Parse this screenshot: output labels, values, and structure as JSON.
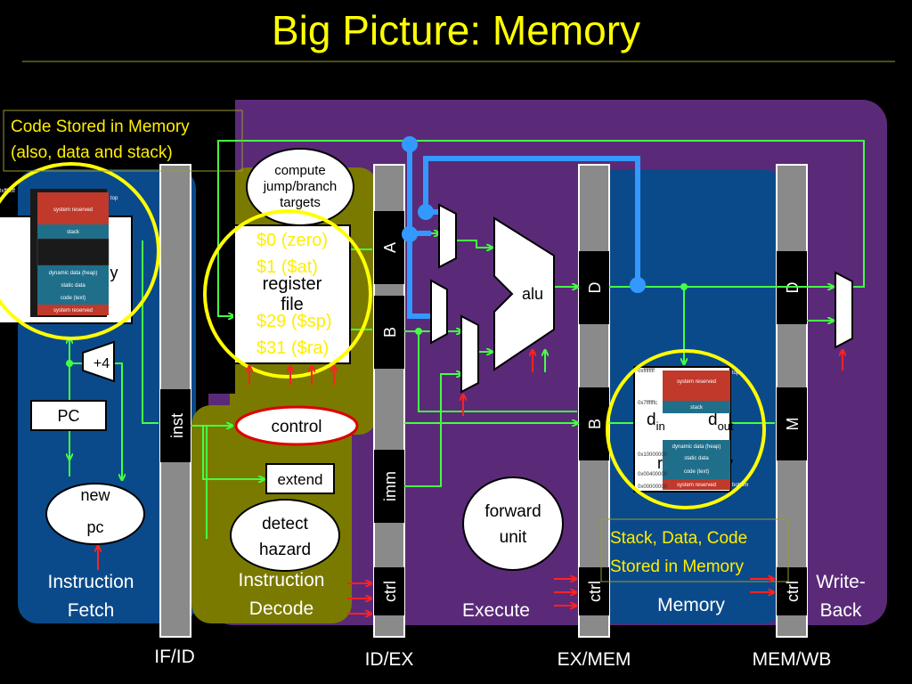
{
  "title": "Big Picture: Memory",
  "colors": {
    "title": "#ffff00",
    "rule": "#9a9a30",
    "fetch_stage": "#0b4a8a",
    "decode_stage": "#7a7a00",
    "execute_stage": "#5a2a78",
    "memory_stage": "#0b4a8a",
    "wire": "#44ff44",
    "bus": "#3399ff",
    "signal": "#ff2222",
    "callout": "#ffff00",
    "pipe_reg": "#8a8a8a",
    "callout_text": "#ffee00"
  },
  "callouts": {
    "code_stored_line1": "Code Stored in Memory",
    "code_stored_line2": "(also, data and stack)",
    "stack_data_line1": "Stack, Data, Code",
    "stack_data_line2": "Stored in Memory"
  },
  "stages": {
    "fetch_line1": "Instruction",
    "fetch_line2": "Fetch",
    "decode_line1": "Instruction",
    "decode_line2": "Decode",
    "execute": "Execute",
    "memory": "Memory",
    "writeback_line1": "Write-",
    "writeback_line2": "Back"
  },
  "pipeline_registers": {
    "if_id": "IF/ID",
    "id_ex": "ID/EX",
    "ex_mem": "EX/MEM",
    "mem_wb": "MEM/WB"
  },
  "register_labels": {
    "inst": "inst",
    "a": "A",
    "b": "B",
    "imm": "imm",
    "ctrl": "ctrl",
    "d": "D",
    "m": "M"
  },
  "components": {
    "pc": "PC",
    "plus4": "+4",
    "new_pc_line1": "new",
    "new_pc_line2": "pc",
    "compute_line1": "compute",
    "compute_line2": "jump/branch",
    "compute_line3": "targets",
    "register_file_line1": "register",
    "register_file_line2": "file",
    "control": "control",
    "extend": "extend",
    "detect_line1": "detect",
    "detect_line2": "hazard",
    "alu": "alu",
    "forward_line1": "forward",
    "forward_line2": "unit",
    "d_in": "d",
    "d_in_sub": "in",
    "d_out": "d",
    "d_out_sub": "out",
    "memory_partial_left": "y",
    "memory_partial_right": "y",
    "memory_partial_mid": "r"
  },
  "registers": {
    "zero": "$0 (zero)",
    "at": "$1 ($at)",
    "sp": "$29 ($sp)",
    "ra": "$31 ($ra)"
  },
  "memory_map": {
    "system_reserved_top": "system reserved",
    "stack": "stack",
    "dynamic_data": "dynamic data (heap)",
    "static_data": "static data",
    "code_text": "code (text)",
    "system_reserved_bottom": "system reserved",
    "addr_top": "0xffffffff",
    "addr_stack": "0x7ffffffc",
    "addr_data": "0x10000000",
    "addr_code": "0x00400000",
    "addr_bottom": "0x00000000",
    "label_top": "top",
    "label_bottom": "bottom"
  }
}
